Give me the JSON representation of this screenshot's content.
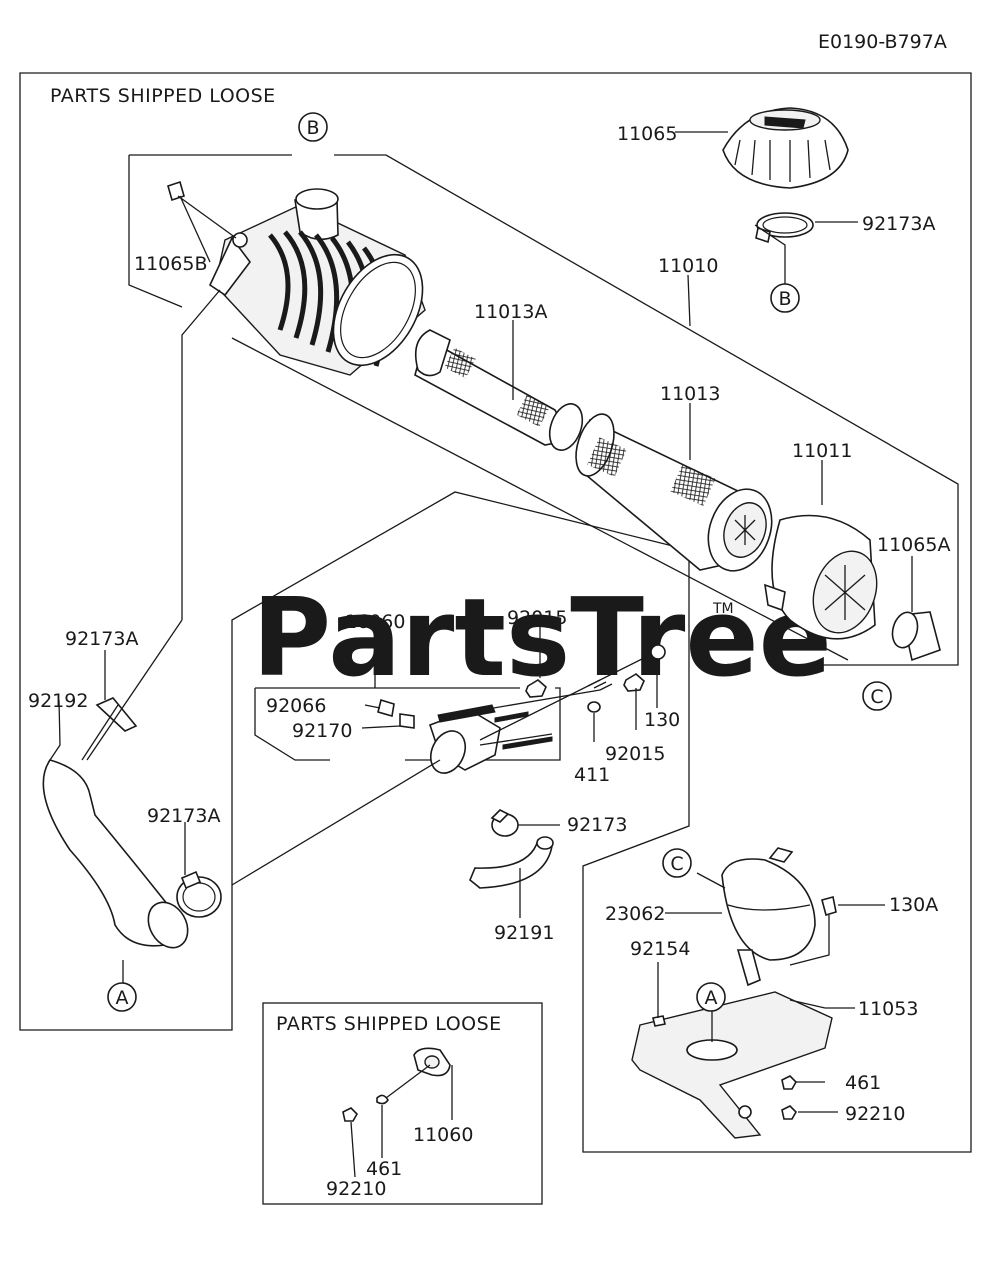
{
  "diagram_id": "E0190-B797A",
  "watermark": "PartsTree",
  "watermark_tm": "TM",
  "sections": {
    "main": "PARTS SHIPPED LOOSE",
    "loose_box": "PARTS SHIPPED LOOSE"
  },
  "callouts": {
    "a1": "A",
    "a2": "A",
    "b1": "B",
    "b2": "B",
    "c1": "C",
    "c2": "C"
  },
  "parts": {
    "p11065": "11065",
    "p92173A_top": "92173A",
    "p11065B": "11065B",
    "p11010": "11010",
    "p11013A": "11013A",
    "p11013": "11013",
    "p11011": "11011",
    "p11065A": "11065A",
    "p16060": "16060",
    "p92015_top": "92015",
    "p92066": "92066",
    "p92170": "92170",
    "p130": "130",
    "p92015_mid": "92015",
    "p411": "411",
    "p92173A_left": "92173A",
    "p92192": "92192",
    "p92173A_clamp": "92173A",
    "p92173": "92173",
    "p92191": "92191",
    "p23062": "23062",
    "p130A": "130A",
    "p92154": "92154",
    "p11053": "11053",
    "p461_right": "461",
    "p92210_right": "92210",
    "p11060": "11060",
    "p461_box": "461",
    "p92210_box": "92210"
  }
}
